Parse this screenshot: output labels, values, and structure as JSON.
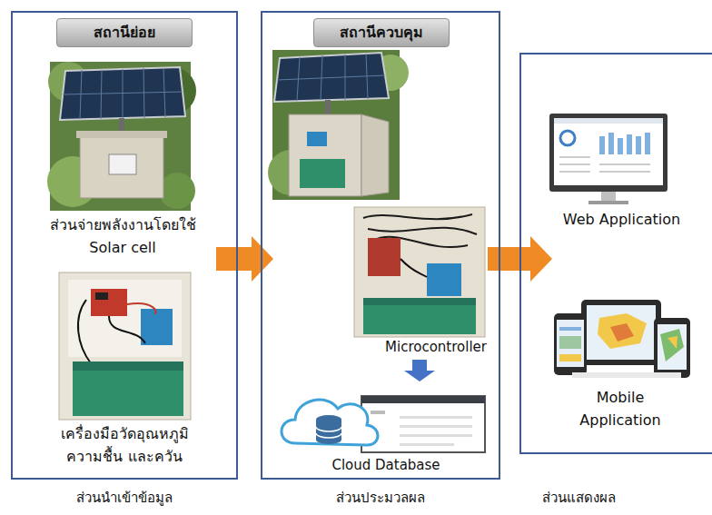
{
  "diagram": {
    "nodes": [
      {
        "text": [
          "ส่วนนำเข้าข้อมูล"
        ]
      },
      {
        "text": [
          "สถานีย่อย"
        ],
        "in": 0
      },
      {
        "text": [
          "ส่วนประมวลผล"
        ]
      },
      {
        "text": [
          "สถานีควบคุม"
        ],
        "in": 2
      },
      {
        "text": [
          "Microcontroller"
        ],
        "in": 2
      },
      {
        "text": [
          "Cloud Database"
        ],
        "in": 2
      },
      {
        "text": [
          "ส่วนแสดงผล"
        ]
      }
    ],
    "edges": [
      {
        "from": 0,
        "to": 2,
        "arrow": "to"
      },
      {
        "from": 4,
        "to": 5,
        "arrow": "to"
      },
      {
        "from": 2,
        "to": 6,
        "arrow": "to"
      }
    ],
    "labels": [
      "ส่วนจ่ายพลังงานโดยใช้ Solar cell",
      "เครื่องมือวัดอุณหภูมิ ความชื้น และควัน",
      "Web Application",
      "Mobile Application"
    ]
  }
}
